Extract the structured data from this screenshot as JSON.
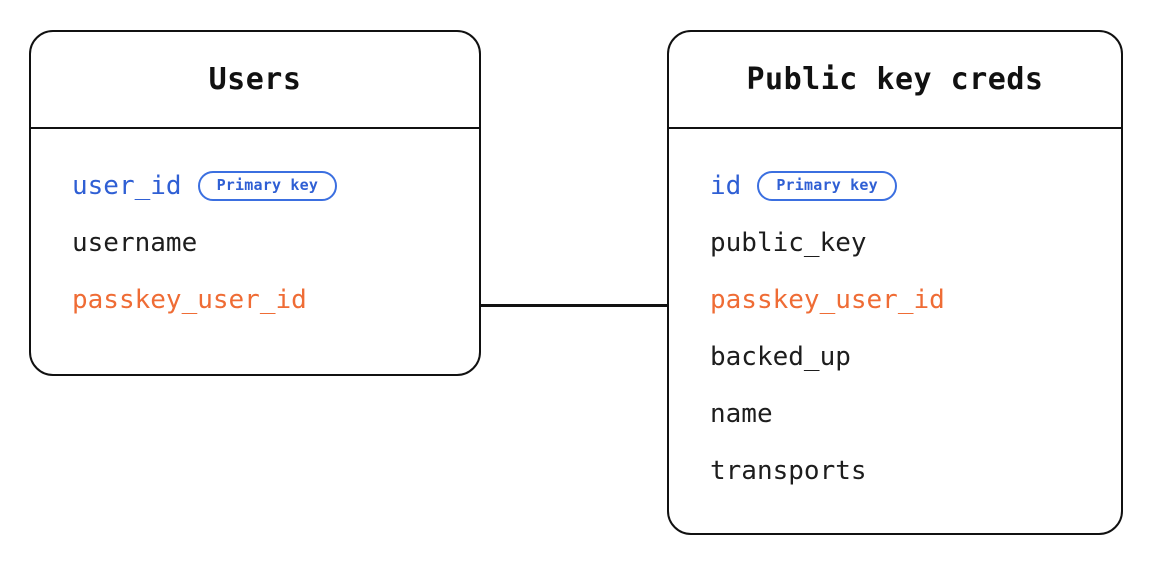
{
  "diagram": {
    "type": "entity-relationship",
    "background_color": "#ffffff",
    "line_color": "#111111",
    "colors": {
      "primary_key": "#2f5fd4",
      "foreign_key": "#ef6c35",
      "plain_field": "#1d1d1d",
      "badge_border": "#3b6fe0"
    },
    "entities": [
      {
        "id": "users",
        "title": "Users",
        "fields": [
          {
            "name": "user_id",
            "role": "primary",
            "badge": "Primary key"
          },
          {
            "name": "username",
            "role": "plain",
            "badge": null
          },
          {
            "name": "passkey_user_id",
            "role": "foreign",
            "badge": null
          }
        ]
      },
      {
        "id": "public_key_creds",
        "title": "Public key creds",
        "fields": [
          {
            "name": "id",
            "role": "primary",
            "badge": "Primary key"
          },
          {
            "name": "public_key",
            "role": "plain",
            "badge": null
          },
          {
            "name": "passkey_user_id",
            "role": "foreign",
            "badge": null
          },
          {
            "name": "backed_up",
            "role": "plain",
            "badge": null
          },
          {
            "name": "name",
            "role": "plain",
            "badge": null
          },
          {
            "name": "transports",
            "role": "plain",
            "badge": null
          }
        ]
      }
    ],
    "relationships": [
      {
        "id": "users-to-public-key-creds",
        "from": "users.passkey_user_id",
        "to": "public_key_creds.passkey_user_id",
        "style": "solid"
      }
    ]
  }
}
